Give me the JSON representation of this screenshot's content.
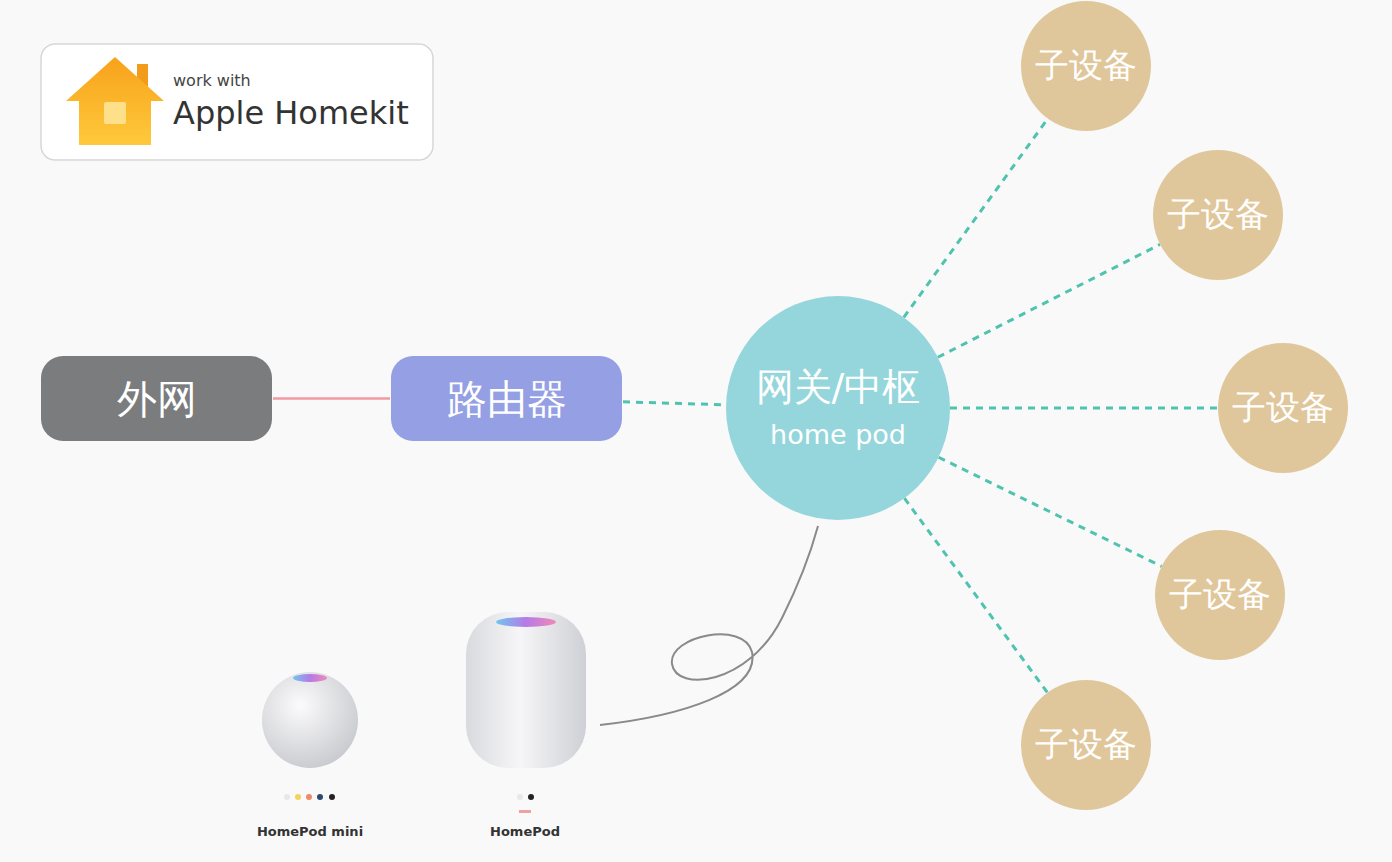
{
  "diagram": {
    "nodes": [
      {
        "text": [
          "work with",
          "Apple Homekit"
        ]
      },
      {
        "text": [
          "外网"
        ]
      },
      {
        "text": [
          "路由器"
        ]
      },
      {
        "text": [
          "网关/中枢",
          "home pod"
        ]
      },
      {
        "text": [
          "子设备"
        ]
      },
      {
        "text": [
          "子设备"
        ]
      },
      {
        "text": [
          "子设备"
        ]
      },
      {
        "text": [
          "子设备"
        ]
      },
      {
        "text": [
          "子设备"
        ]
      }
    ],
    "edges": [
      {
        "from": 1,
        "to": 2,
        "arrow": "none"
      },
      {
        "from": 2,
        "to": 3,
        "arrow": "none"
      },
      {
        "from": 3,
        "to": 4,
        "arrow": "none"
      },
      {
        "from": 3,
        "to": 5,
        "arrow": "none"
      },
      {
        "from": 3,
        "to": 6,
        "arrow": "none"
      },
      {
        "from": 3,
        "to": 7,
        "arrow": "none"
      },
      {
        "from": 3,
        "to": 8,
        "arrow": "none"
      }
    ],
    "labels": [
      "HomePod mini",
      "HomePod"
    ]
  }
}
